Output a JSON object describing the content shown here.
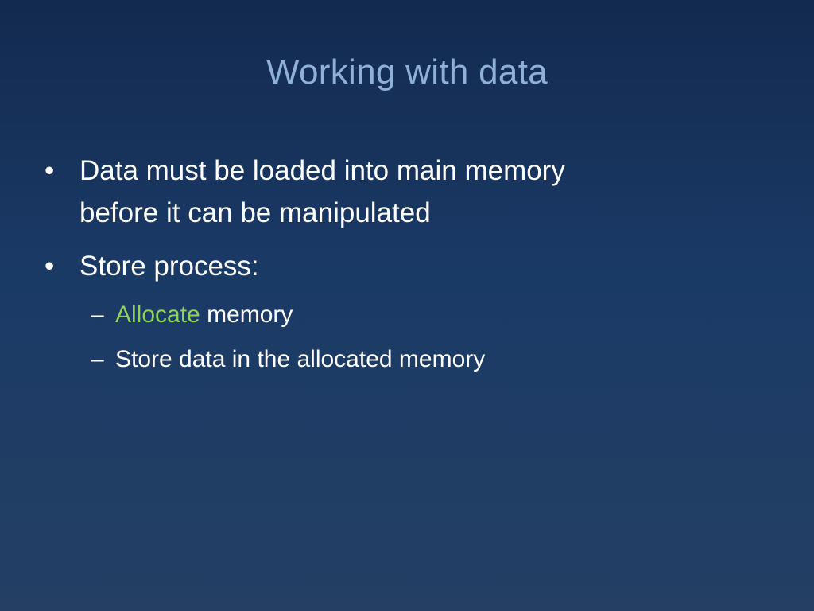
{
  "slide": {
    "title": "Working with data",
    "bullets": [
      {
        "marker": "•",
        "line1": "Data must be loaded into main memory",
        "line2": "before it can be manipulated"
      },
      {
        "marker": "•",
        "text": "Store process:",
        "subitems": [
          {
            "marker": "–",
            "highlight": "Allocate",
            "text": " memory"
          },
          {
            "marker": "–",
            "text": "Store data in the allocated memory"
          }
        ]
      }
    ]
  },
  "colors": {
    "background_top": "#132a4f",
    "background_bottom": "#243f63",
    "title": "#8fb0d9",
    "body_text": "#ffffff",
    "highlight": "#8fd25c"
  }
}
